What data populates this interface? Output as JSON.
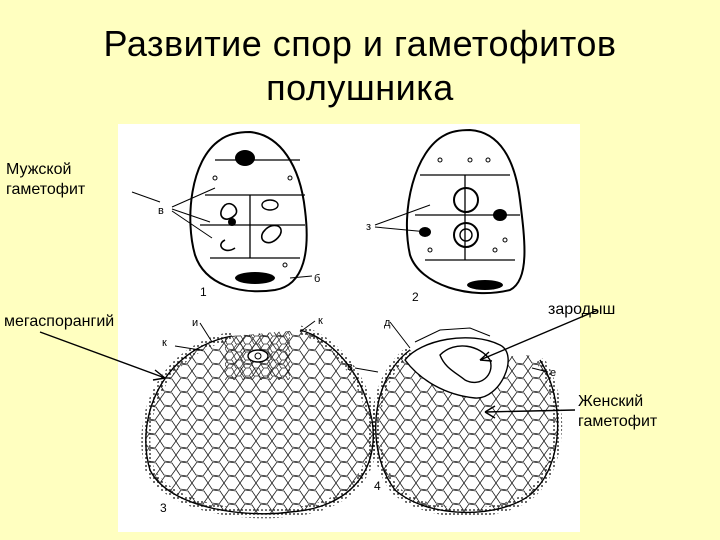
{
  "slide": {
    "title_line1": "Развитие спор и гаметофитов",
    "title_line2": "полушника"
  },
  "labels": {
    "male_gametophyte_line1": "Мужской",
    "male_gametophyte_line2": "гаметофит",
    "megasporangium": "мегаспорангий",
    "embryo": "зародыш",
    "female_gametophyte_line1": "Женский",
    "female_gametophyte_line2": "гаметофит"
  },
  "figure_marks": {
    "fig1_number": "1",
    "fig2_number": "2",
    "fig3_number": "3",
    "fig4_number": "4",
    "fig1_letter_v": "в",
    "fig1_letter_b": "б",
    "fig2_letter_z": "з",
    "fig3_letter_i": "и",
    "fig3_letter_k_top": "к",
    "fig3_letter_k_left": "к",
    "fig4_letter_d": "д",
    "fig4_letter_v": "в",
    "fig4_letter_e": "е"
  },
  "colors": {
    "background": "#ffffc0",
    "figure_bg": "#ffffff",
    "ink": "#000000"
  }
}
